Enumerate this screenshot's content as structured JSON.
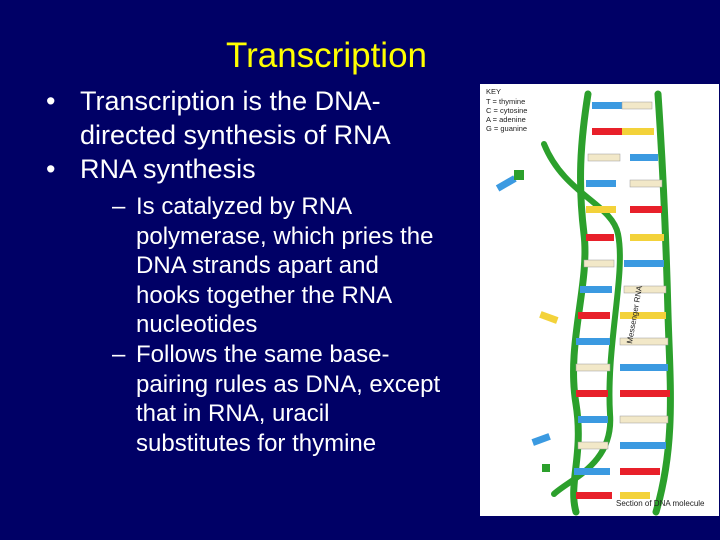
{
  "slide": {
    "title": "Transcription",
    "bullets": [
      {
        "marker": "•",
        "lines": [
          "Transcription is the DNA-",
          "directed synthesis of RNA"
        ]
      },
      {
        "marker": "•",
        "lines": [
          "RNA synthesis"
        ]
      }
    ],
    "sub_bullets": [
      {
        "marker": "–",
        "lines": [
          "Is catalyzed by RNA",
          "polymerase, which pries the",
          "DNA strands apart and",
          "hooks together the RNA",
          "nucleotides"
        ]
      },
      {
        "marker": "–",
        "lines": [
          "Follows the same base-",
          "pairing rules as DNA, except",
          "that in RNA, uracil",
          "substitutes for thymine"
        ]
      }
    ]
  },
  "figure": {
    "key_title": "KEY",
    "key_items": [
      "T = thymine",
      "C = cytosine",
      "A = adenine",
      "G = guanine"
    ],
    "messenger_label": "Messenger RNA",
    "dna_label": "Section of DNA molecule",
    "colors": {
      "backbone": "#2CA02C",
      "thymine": "#F2E8C8",
      "cytosine": "#E8202A",
      "adenine": "#3B9AE1",
      "guanine": "#F3D23A"
    }
  }
}
